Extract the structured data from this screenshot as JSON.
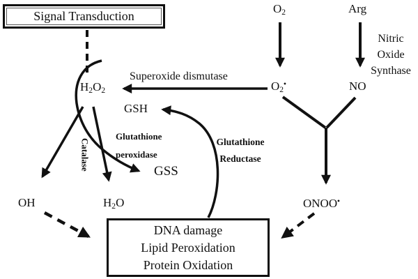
{
  "canvas": {
    "background": "#ffffff",
    "ink": "#111111"
  },
  "boxes": {
    "signal": {
      "label": "Signal Transduction"
    },
    "damage": {
      "lines": [
        "DNA damage",
        "Lipid Peroxidation",
        "Protein Oxidation"
      ]
    }
  },
  "molecules": {
    "o2": "O2",
    "arg": "Arg",
    "superoxide": "O2•",
    "no": "NO",
    "h2o2": "H2O2",
    "gsh": "GSH",
    "gss": "GSS",
    "oh": "OH",
    "h2o": "H2O",
    "onoo": "ONOO•"
  },
  "enzymes": {
    "sod": "Superoxide dismutase",
    "nos": [
      "Nitric",
      "Oxide",
      "Synthase"
    ],
    "gpx": [
      "Glutathione",
      "peroxidase"
    ],
    "gr": [
      "Glutathione",
      "Reductase"
    ],
    "catalase": "Catalase"
  }
}
